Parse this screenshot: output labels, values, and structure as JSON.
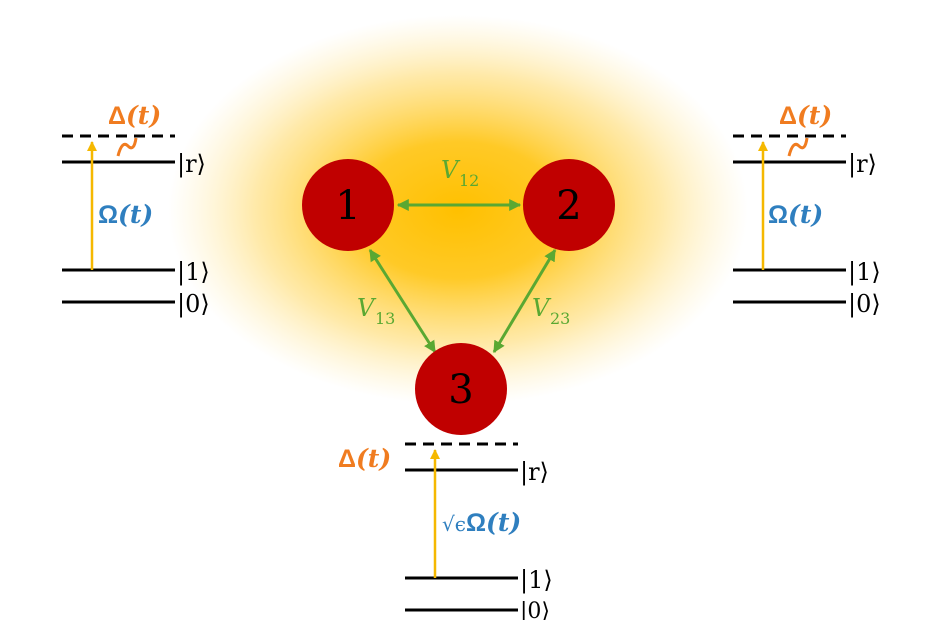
{
  "colors": {
    "glow": "#ffc000",
    "atom": "#c00000",
    "coupling": "#5aa832",
    "laser": "#f5b800",
    "detuning": "#f07c20",
    "rabi": "#2f7fbf",
    "line": "#000000"
  },
  "atoms": [
    {
      "id": "atom-1",
      "label": "1"
    },
    {
      "id": "atom-2",
      "label": "2"
    },
    {
      "id": "atom-3",
      "label": "3"
    }
  ],
  "couplings": {
    "v12": {
      "symbol": "V",
      "sub": "12"
    },
    "v13": {
      "symbol": "V",
      "sub": "13"
    },
    "v23": {
      "symbol": "V",
      "sub": "23"
    }
  },
  "levels": {
    "r": "|r⟩",
    "one": "|1⟩",
    "zero": "|0⟩"
  },
  "drive": {
    "detuning": {
      "greek": "Δ",
      "arg": "(t)"
    },
    "rabi": {
      "greek": "Ω",
      "arg": "(t)"
    },
    "rabi_scaled_prefix": "√ϵ"
  }
}
